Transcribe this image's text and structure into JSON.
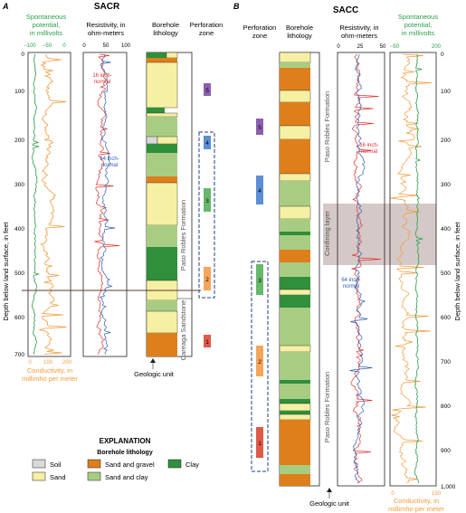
{
  "panel_a": {
    "letter": "A",
    "title": "SACR",
    "sp_label": [
      "Spontaneous",
      "potential,",
      "in millivolts"
    ],
    "sp_ticks": [
      "−100",
      "−50",
      "0"
    ],
    "res_label": [
      "Resistivity, in",
      "ohm-meters"
    ],
    "res_ticks": [
      "0",
      "50",
      "100"
    ],
    "litho_label": [
      "Borehole",
      "lithology"
    ],
    "perf_label": [
      "Perforation",
      "zone"
    ],
    "depth_axis_label": "Depth below land surface, in feet",
    "depth_ticks": [
      "0",
      "100",
      "200",
      "300",
      "400",
      "500",
      "600",
      "700"
    ],
    "cond_ticks": [
      "0",
      "100",
      "200"
    ],
    "cond_label": [
      "Conductivity, in",
      "millimho per meter"
    ],
    "curve_16": [
      "16 inch-",
      "normal"
    ],
    "curve_64": [
      "64 inch-",
      "normal"
    ],
    "formation_upper": "Paso Robles Formation",
    "formation_lower": "Careaga Sandstone",
    "geologic_unit": "Geologic unit",
    "zones": [
      "1",
      "2",
      "3",
      "4",
      "5"
    ]
  },
  "panel_b": {
    "letter": "B",
    "title": "SACC",
    "perf_label": [
      "Perforation",
      "zone"
    ],
    "litho_label": [
      "Borehole",
      "lithology"
    ],
    "res_label": [
      "Resistivity, in",
      "ohm-meters"
    ],
    "res_ticks": [
      "0",
      "25",
      "50"
    ],
    "sp_label": [
      "Spontaneous",
      "potential,",
      "in millivolts"
    ],
    "sp_ticks": [
      "−50",
      "200"
    ],
    "depth_axis_label": "Depth below land surface, in feet",
    "depth_ticks": [
      "0",
      "100",
      "200",
      "300",
      "400",
      "500",
      "600",
      "700",
      "800",
      "900",
      "1,000"
    ],
    "cond_ticks": [
      "0",
      "150"
    ],
    "cond_label": [
      "Conductivity, in",
      "millimho per meter"
    ],
    "curve_16": [
      "16 inch-",
      "normal"
    ],
    "curve_64": [
      "64 inch-",
      "normal"
    ],
    "formation_upper": "Paso Robles Formation",
    "confining": "Confining layer",
    "formation_lower": "Paso Robles Formation",
    "geologic_unit": "Geologic unit",
    "zones": [
      "1",
      "2",
      "3",
      "4",
      "5"
    ]
  },
  "explanation": {
    "title": "EXPLANATION",
    "subtitle": "Borehole lithology",
    "items": [
      {
        "label": "Soil",
        "color": "#d9d9d9"
      },
      {
        "label": "Sand",
        "color": "#f5f0a3"
      },
      {
        "label": "Sand and gravel",
        "color": "#de7f1b"
      },
      {
        "label": "Sand and clay",
        "color": "#a8cd82"
      },
      {
        "label": "Clay",
        "color": "#2f8f3b"
      }
    ]
  },
  "colors": {
    "sp": "#2a9d4a",
    "conductivity": "#f39a3c",
    "res16": "#e3342f",
    "res64": "#2e5fb5",
    "zone1": "#e05a4a",
    "zone2": "#f3a65c",
    "zone3": "#67b86a",
    "zone4": "#5b8fd6",
    "zone5": "#8c5fb0",
    "confining": "#cdbfbd"
  }
}
